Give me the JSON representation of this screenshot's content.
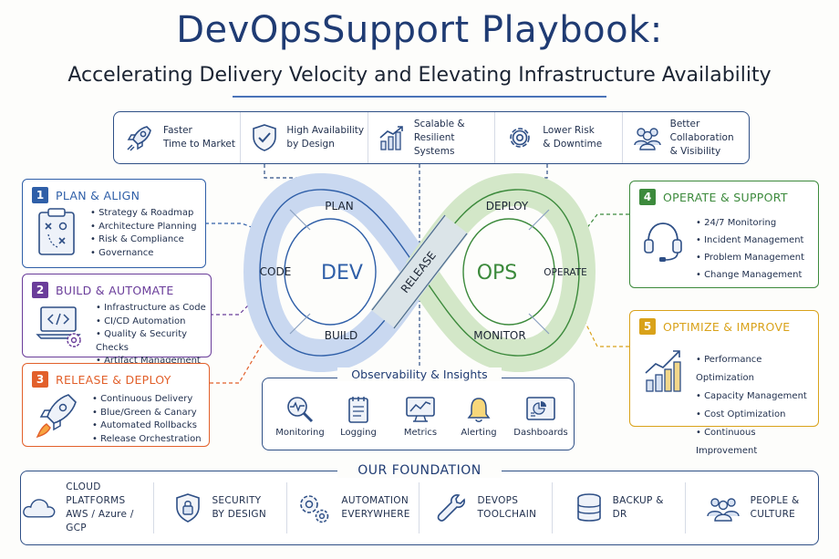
{
  "title": "DevOpsSupport Playbook:",
  "subtitle": "Accelerating Delivery Velocity and Elevating Infrastructure Availability",
  "benefits": [
    {
      "line1": "Faster",
      "line2": "Time to Market",
      "icon": "rocket-icon"
    },
    {
      "line1": "High Availability",
      "line2": "by Design",
      "icon": "shield-check-icon"
    },
    {
      "line1": "Scalable &",
      "line2": "Resilient Systems",
      "icon": "growth-chart-icon"
    },
    {
      "line1": "Lower Risk",
      "line2": "& Downtime",
      "icon": "gear-icon"
    },
    {
      "line1": "Better Collaboration",
      "line2": "& Visibility",
      "icon": "team-icon"
    }
  ],
  "phases": [
    {
      "num": "1",
      "title": "PLAN & ALIGN",
      "color": "#2f5fa8",
      "items": [
        "Strategy & Roadmap",
        "Architecture Planning",
        "Risk & Compliance",
        "Governance"
      ],
      "icon": "clipboard-strategy-icon"
    },
    {
      "num": "2",
      "title": "BUILD & AUTOMATE",
      "color": "#6a3d9a",
      "items": [
        "Infrastructure as Code",
        "CI/CD Automation",
        "Quality & Security Checks",
        "Artifact Management"
      ],
      "icon": "laptop-code-icon"
    },
    {
      "num": "3",
      "title": "RELEASE & DEPLOY",
      "color": "#e2602b",
      "items": [
        "Continuous Delivery",
        "Blue/Green & Canary",
        "Automated Rollbacks",
        "Release Orchestration"
      ],
      "icon": "rocket-launch-icon"
    },
    {
      "num": "4",
      "title": "OPERATE & SUPPORT",
      "color": "#3c8a3c",
      "items": [
        "24/7 Monitoring",
        "Incident Management",
        "Problem Management",
        "Change Management"
      ],
      "icon": "headset-icon"
    },
    {
      "num": "5",
      "title": "OPTIMIZE & IMPROVE",
      "color": "#d9a21a",
      "items": [
        "Performance Optimization",
        "Capacity Management",
        "Cost Optimization",
        "Continuous Improvement"
      ],
      "icon": "bar-growth-icon"
    }
  ],
  "loop": {
    "dev": "DEV",
    "ops": "OPS",
    "plan": "PLAN",
    "code": "CODE",
    "build": "BUILD",
    "release": "RELEASE",
    "deploy": "DEPLOY",
    "operate": "OPERATE",
    "monitor": "MONITOR",
    "dev_color": "#2f5fa8",
    "ops_color": "#3c8a3c"
  },
  "observability": {
    "title": "Observability & Insights",
    "items": [
      {
        "label": "Monitoring",
        "icon": "magnifier-pulse-icon"
      },
      {
        "label": "Logging",
        "icon": "notepad-icon"
      },
      {
        "label": "Metrics",
        "icon": "monitor-chart-icon"
      },
      {
        "label": "Alerting",
        "icon": "bell-icon"
      },
      {
        "label": "Dashboards",
        "icon": "dashboard-icon"
      }
    ]
  },
  "foundation": {
    "title": "OUR FOUNDATION",
    "items": [
      {
        "line1": "CLOUD PLATFORMS",
        "line2": "AWS / Azure / GCP",
        "icon": "cloud-icon"
      },
      {
        "line1": "SECURITY",
        "line2": "BY DESIGN",
        "icon": "shield-lock-icon"
      },
      {
        "line1": "AUTOMATION",
        "line2": "EVERYWHERE",
        "icon": "gears-icon"
      },
      {
        "line1": "DEVOPS",
        "line2": "TOOLCHAIN",
        "icon": "wrench-icon"
      },
      {
        "line1": "BACKUP &",
        "line2": "DR",
        "icon": "database-icon"
      },
      {
        "line1": "PEOPLE &",
        "line2": "CULTURE",
        "icon": "people-icon"
      }
    ]
  }
}
